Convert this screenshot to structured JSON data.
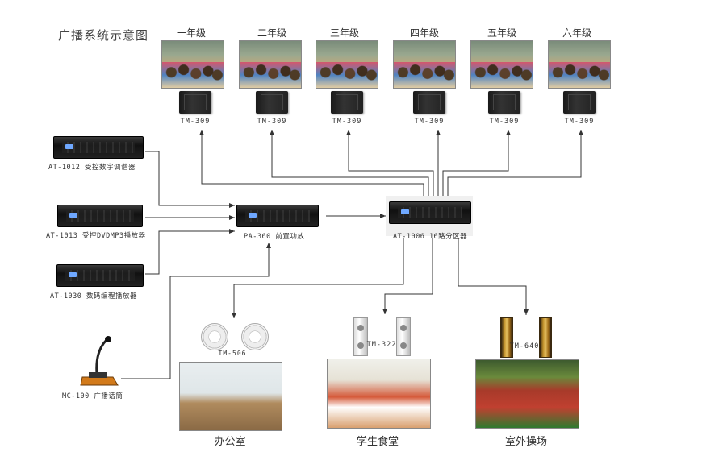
{
  "title": "广播系统示意图",
  "grades": [
    {
      "label": "一年级",
      "speaker": "TM-309"
    },
    {
      "label": "二年级",
      "speaker": "TM-309"
    },
    {
      "label": "三年级",
      "speaker": "TM-309"
    },
    {
      "label": "四年级",
      "speaker": "TM-309"
    },
    {
      "label": "五年级",
      "speaker": "TM-309"
    },
    {
      "label": "六年级",
      "speaker": "TM-309"
    }
  ],
  "sources": {
    "tuner": "AT-1012 受控数字调谐器",
    "dvd": "AT-1013 受控DVDMP3播放器",
    "programmer": "AT-1030 数码编程播放器",
    "microphone": "MC-100 广播话筒"
  },
  "amplifier": "PA-360 前置功放",
  "zoner": "AT-1006 16路分区器",
  "zones": {
    "office": {
      "speaker": "TM-506",
      "label": "办公室"
    },
    "canteen": {
      "speaker": "TM-322",
      "label": "学生食堂"
    },
    "field": {
      "speaker": "TM-640",
      "label": "室外操场"
    }
  },
  "colors": {
    "line": "#333333",
    "equipment": "#1a1a1a",
    "background": "#ffffff"
  }
}
